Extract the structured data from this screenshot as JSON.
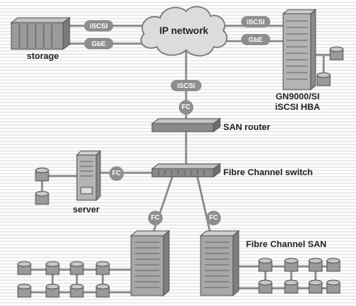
{
  "nodes": {
    "ip_network": "IP network",
    "storage": "storage",
    "hba": "GN9000/SI\niSCSI HBA",
    "san_router": "SAN router",
    "fc_switch": "Fibre Channel switch",
    "server": "server",
    "fc_san": "Fibre Channel SAN"
  },
  "tags": {
    "iscsi": "iSCSI",
    "gbe": "GbE",
    "fc": "FC"
  }
}
